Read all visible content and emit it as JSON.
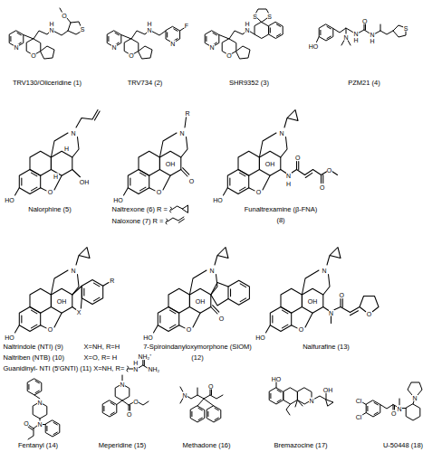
{
  "diagram": {
    "labels": [
      "N",
      "O",
      "H",
      "N",
      "S",
      "O",
      "TRV130/Oliceridine (1)",
      "N",
      "O",
      "H",
      "N",
      "N",
      "F",
      "TRV734 (2)",
      "N",
      "O",
      "H",
      "N",
      "S",
      "S",
      "SHR9352 (3)",
      "HO",
      "N",
      "N",
      "H",
      "O",
      "N",
      "H",
      "S",
      "PZM21 (4)",
      "N",
      "HO",
      "O",
      "H",
      "H",
      "OH",
      "Nalorphine (5)",
      "R",
      "N",
      "HO",
      "O",
      "OH",
      "O",
      "Naltrexone (6) R =",
      "Naloxone (7) R =",
      "N",
      "HO",
      "O",
      "OH",
      "N",
      "H",
      "O",
      "O",
      "O",
      "Funaltrexamine (β-FNA)",
      "(8)",
      "N",
      "HO",
      "O",
      "OH",
      "X",
      "R",
      "Naltrindole (NTI) (9)",
      "X=NH, R=H",
      "Naltriben (NTB) (10)",
      "X=O, R= H",
      "Guanidinyl- NTI (5'GNTI) (11) X=NH, R=",
      "H",
      "N",
      "NH₂⁺",
      "NH₂",
      "N",
      "HO",
      "O",
      "OH",
      "O",
      "7-Spiroindanyloxymorphone (SIOM)",
      "(12)",
      "N",
      "HO",
      "O",
      "OH",
      "N",
      "O",
      "O",
      "Nalfurafine (13)",
      "N",
      "N",
      "O",
      "Fentanyl (14)",
      "N",
      "O",
      "O",
      "Meperidine (15)",
      "N",
      "O",
      "Methadone (16)",
      "HO",
      "N",
      "OH",
      "Bremazocine (17)",
      "Cl",
      "Cl",
      "O",
      "N",
      "N",
      "U-50448 (18)"
    ]
  }
}
